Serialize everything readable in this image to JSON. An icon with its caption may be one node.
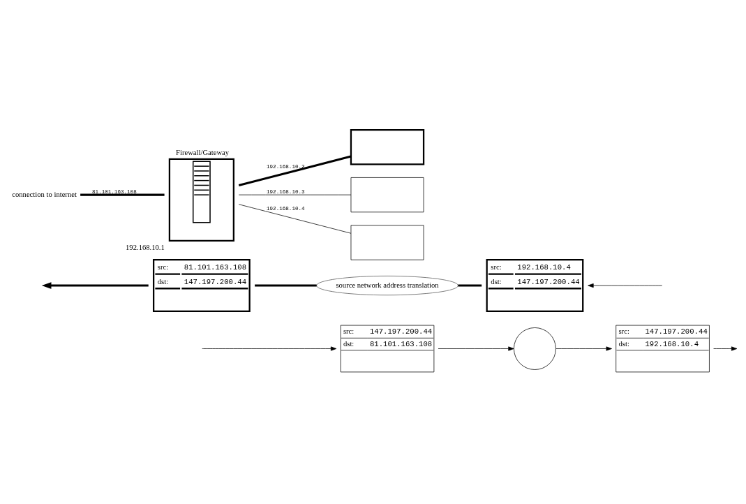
{
  "diagram": {
    "nodes": [
      {
        "text": [
          "connection to internet"
        ]
      },
      {
        "text": [
          "Firewall/Gateway"
        ],
        "beside": [
          "192.168.10.1"
        ]
      },
      {
        "text": [],
        "shape": "box"
      },
      {
        "text": [],
        "shape": "box"
      },
      {
        "text": [],
        "shape": "box"
      },
      {
        "text": [
          "src:",
          "81.101.163.108",
          "dst:",
          "147.197.200.44"
        ]
      },
      {
        "text": [
          "source network address translation"
        ]
      },
      {
        "text": [
          "src:",
          "192.168.10.4",
          "dst:",
          "147.197.200.44"
        ]
      },
      {
        "text": [
          "src:",
          "147.197.200.44",
          "dst:",
          "81.101.163.108"
        ]
      },
      {
        "text": [],
        "shape": "circle"
      },
      {
        "text": [
          "src:",
          "147.197.200.44",
          "dst:",
          "192.168.10.4"
        ]
      }
    ],
    "edges": [
      {
        "from": 0,
        "to": 1,
        "arrow": "none",
        "label": "81.101.163.108",
        "style": "thick"
      },
      {
        "from": 1,
        "to": 2,
        "arrow": "none",
        "label": "192.168.10.2",
        "style": "thick"
      },
      {
        "from": 1,
        "to": 3,
        "arrow": "none",
        "label": "192.168.10.3"
      },
      {
        "from": 1,
        "to": 4,
        "arrow": "none",
        "label": "192.168.10.4"
      },
      {
        "from": null,
        "to": 7,
        "arrow": "to"
      },
      {
        "from": 7,
        "to": 6,
        "arrow": "none",
        "style": "thick"
      },
      {
        "from": 6,
        "to": 5,
        "arrow": "none",
        "style": "thick"
      },
      {
        "from": 5,
        "to": null,
        "arrow": "to",
        "style": "thick"
      },
      {
        "from": null,
        "to": 8,
        "arrow": "to"
      },
      {
        "from": 8,
        "to": 9,
        "arrow": "to"
      },
      {
        "from": 9,
        "to": 10,
        "arrow": "to"
      },
      {
        "from": 10,
        "to": null,
        "arrow": "to"
      }
    ]
  }
}
